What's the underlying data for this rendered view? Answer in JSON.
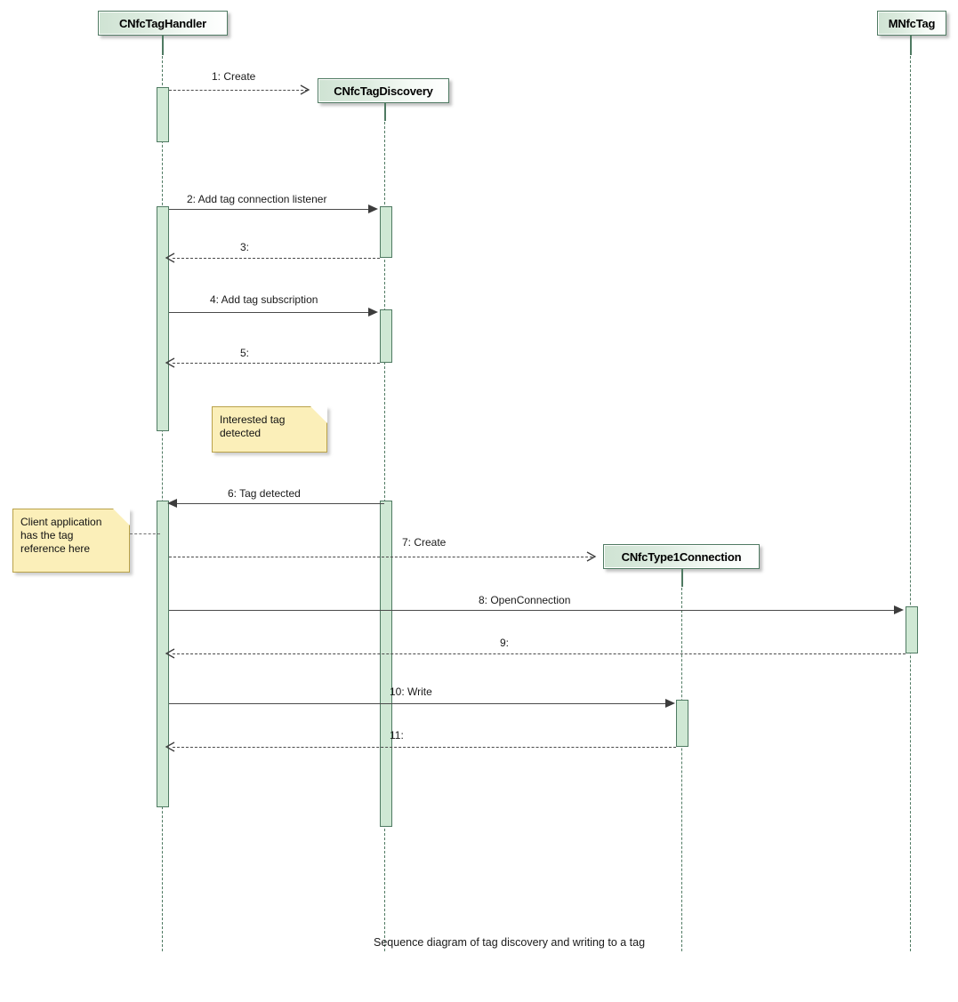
{
  "diagram": {
    "title": "Sequence diagram of tag discovery and writing to a tag",
    "type": "uml-sequence-diagram",
    "colors": {
      "lifeline_fill": "#cfe3d3",
      "lifeline_border": "#4f7a62",
      "activation_fill": "#cfe8d4",
      "note_fill": "#fbefb9",
      "note_border": "#b9a24a",
      "message_line": "#4a4a4a"
    }
  },
  "lifelines": [
    {
      "name": "CNfcTagHandler"
    },
    {
      "name": "CNfcTagDiscovery"
    },
    {
      "name": "CNfcType1Connection"
    },
    {
      "name": "MNfcTag"
    }
  ],
  "messages": [
    {
      "number": "1",
      "label": "1:  Create",
      "kind": "create",
      "style": "dashed",
      "from": "CNfcTagHandler",
      "to": "CNfcTagDiscovery"
    },
    {
      "number": "2",
      "label": "2:  Add tag connection listener",
      "kind": "call",
      "style": "solid",
      "from": "CNfcTagHandler",
      "to": "CNfcTagDiscovery"
    },
    {
      "number": "3",
      "label": "3:",
      "kind": "return",
      "style": "dashed",
      "from": "CNfcTagDiscovery",
      "to": "CNfcTagHandler"
    },
    {
      "number": "4",
      "label": "4: Add tag subscription",
      "kind": "call",
      "style": "solid",
      "from": "CNfcTagHandler",
      "to": "CNfcTagDiscovery"
    },
    {
      "number": "5",
      "label": "5:",
      "kind": "return",
      "style": "dashed",
      "from": "CNfcTagDiscovery",
      "to": "CNfcTagHandler"
    },
    {
      "number": "6",
      "label": "6:  Tag detected",
      "kind": "call",
      "style": "solid",
      "from": "CNfcTagDiscovery",
      "to": "CNfcTagHandler"
    },
    {
      "number": "7",
      "label": "7:  Create",
      "kind": "create",
      "style": "dashed",
      "from": "CNfcTagHandler",
      "to": "CNfcType1Connection"
    },
    {
      "number": "8",
      "label": "8:  OpenConnection",
      "kind": "call",
      "style": "solid",
      "from": "CNfcTagHandler",
      "to": "MNfcTag"
    },
    {
      "number": "9",
      "label": "9:",
      "kind": "return",
      "style": "dashed",
      "from": "MNfcTag",
      "to": "CNfcTagHandler"
    },
    {
      "number": "10",
      "label": "10: Write",
      "kind": "call",
      "style": "solid",
      "from": "CNfcTagHandler",
      "to": "CNfcType1Connection"
    },
    {
      "number": "11",
      "label": "11:",
      "kind": "return",
      "style": "dashed",
      "from": "CNfcType1Connection",
      "to": "CNfcTagHandler"
    }
  ],
  "notes": [
    {
      "id": "note-interested-tag",
      "text": "Interested tag\ndetected"
    },
    {
      "id": "note-client-application",
      "text": "Client application\nhas the tag\nreference here"
    }
  ]
}
